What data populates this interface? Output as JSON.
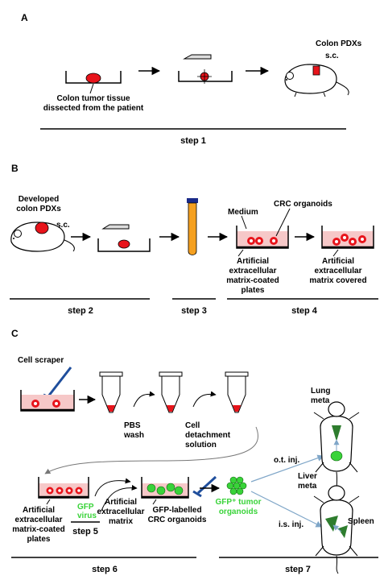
{
  "panels": {
    "a": "A",
    "b": "B",
    "c": "C"
  },
  "panel_a": {
    "tissue_label_1": "Colon tumor tissue",
    "tissue_label_2": "dissected from the patient",
    "pdx_label": "Colon PDXs",
    "sc_label": "s.c.",
    "step": "step 1"
  },
  "panel_b": {
    "developed_1": "Developed",
    "developed_2": "colon PDXs",
    "sc_label": "s.c.",
    "medium": "Medium",
    "crc_organoids": "CRC organoids",
    "aem_coated_1": "Artificial",
    "aem_coated_2": "extracellular",
    "aem_coated_3": "matrix-coated",
    "aem_coated_4": "plates",
    "aem_covered_1": "Artificial",
    "aem_covered_2": "extracellular",
    "aem_covered_3": "matrix covered",
    "step2": "step 2",
    "step3": "step 3",
    "step4": "step 4"
  },
  "panel_c": {
    "cell_scraper": "Cell scraper",
    "pbs_1": "PBS",
    "pbs_2": "wash",
    "detach_1": "Cell",
    "detach_2": "detachment",
    "detach_3": "solution",
    "aem_coated_1": "Artificial",
    "aem_coated_2": "extracellular",
    "aem_coated_3": "matrix-coated",
    "aem_coated_4": "plates",
    "gfp_virus_1": "GFP",
    "gfp_virus_2": "virus",
    "aem_1": "Artificial",
    "aem_2": "extracellular",
    "aem_3": "matrix",
    "gfp_labelled_1": "GFP-labelled",
    "gfp_labelled_2": "CRC organoids",
    "gfp_tumor_1": "GFP⁺ tumor",
    "gfp_tumor_2": "organoids",
    "ot_inj": "o.t. inj.",
    "is_inj": "i.s. inj.",
    "lung_1": "Lung",
    "lung_2": "meta",
    "liver_1": "Liver",
    "liver_2": "meta",
    "spleen": "Spleen",
    "step5": "step 5",
    "step6": "step 6",
    "step7": "step 7"
  },
  "colors": {
    "tumor": "#e8141b",
    "green": "#39d339",
    "scraper": "#1f4e9c",
    "tube": "#f5a020",
    "cap": "#1a2a88",
    "matrix": "#f6c8c8",
    "arrow_blue": "#7fa6c8"
  }
}
